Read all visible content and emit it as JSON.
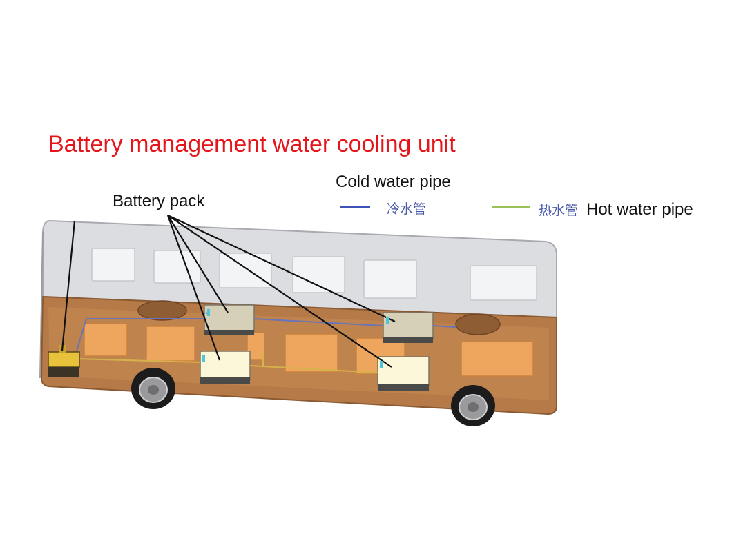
{
  "title": "Battery management water cooling unit",
  "labels": {
    "battery_pack": "Battery pack",
    "cold_water_pipe": "Cold water pipe",
    "cold_water_pipe_cn": "冷水管",
    "hot_water_pipe_cn": "热水管",
    "hot_water_pipe": "Hot water pipe"
  },
  "colors": {
    "title": "#e5161b",
    "cold_pipe": "#3f52b5",
    "hot_pipe": "#9bc25a",
    "bus_body": "#d8d8dc",
    "chassis": "#b87a45",
    "battery_block": "#ecb06a",
    "battery_pack_box": "#d8d0bc"
  }
}
